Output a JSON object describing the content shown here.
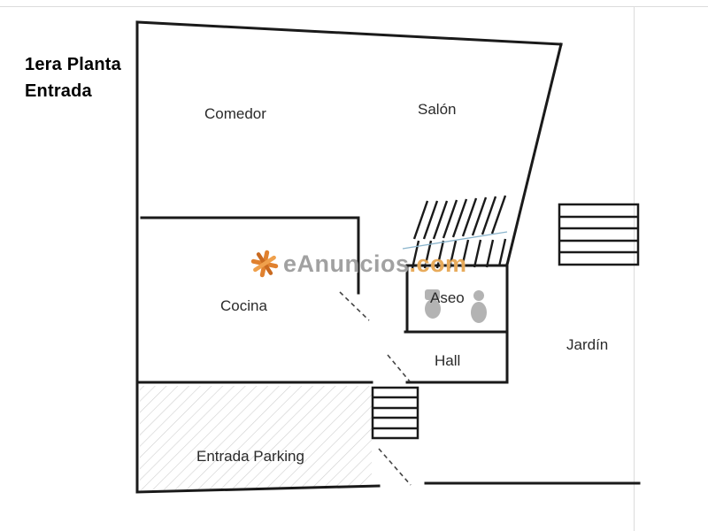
{
  "title": {
    "line1": "1era Planta",
    "line2": "Entrada"
  },
  "rooms": {
    "comedor": "Comedor",
    "salon": "Salón",
    "cocina": "Cocina",
    "aseo": "Aseo",
    "hall": "Hall",
    "jardin": "Jardín",
    "parking": "Entrada Parking"
  },
  "watermark": {
    "icon": "star-asterisk-icon",
    "name": "eAnuncios",
    "tld": ".com",
    "accent_color": "#E0812F",
    "text_color": "#8A8A8A"
  },
  "colors": {
    "wall": "#1a1a1a",
    "hatch": "#cfcfcf",
    "fixture": "#b3b3b3",
    "stair_accent": "#8ab4cc",
    "frame": "#dcdcdc",
    "background": "#ffffff"
  }
}
